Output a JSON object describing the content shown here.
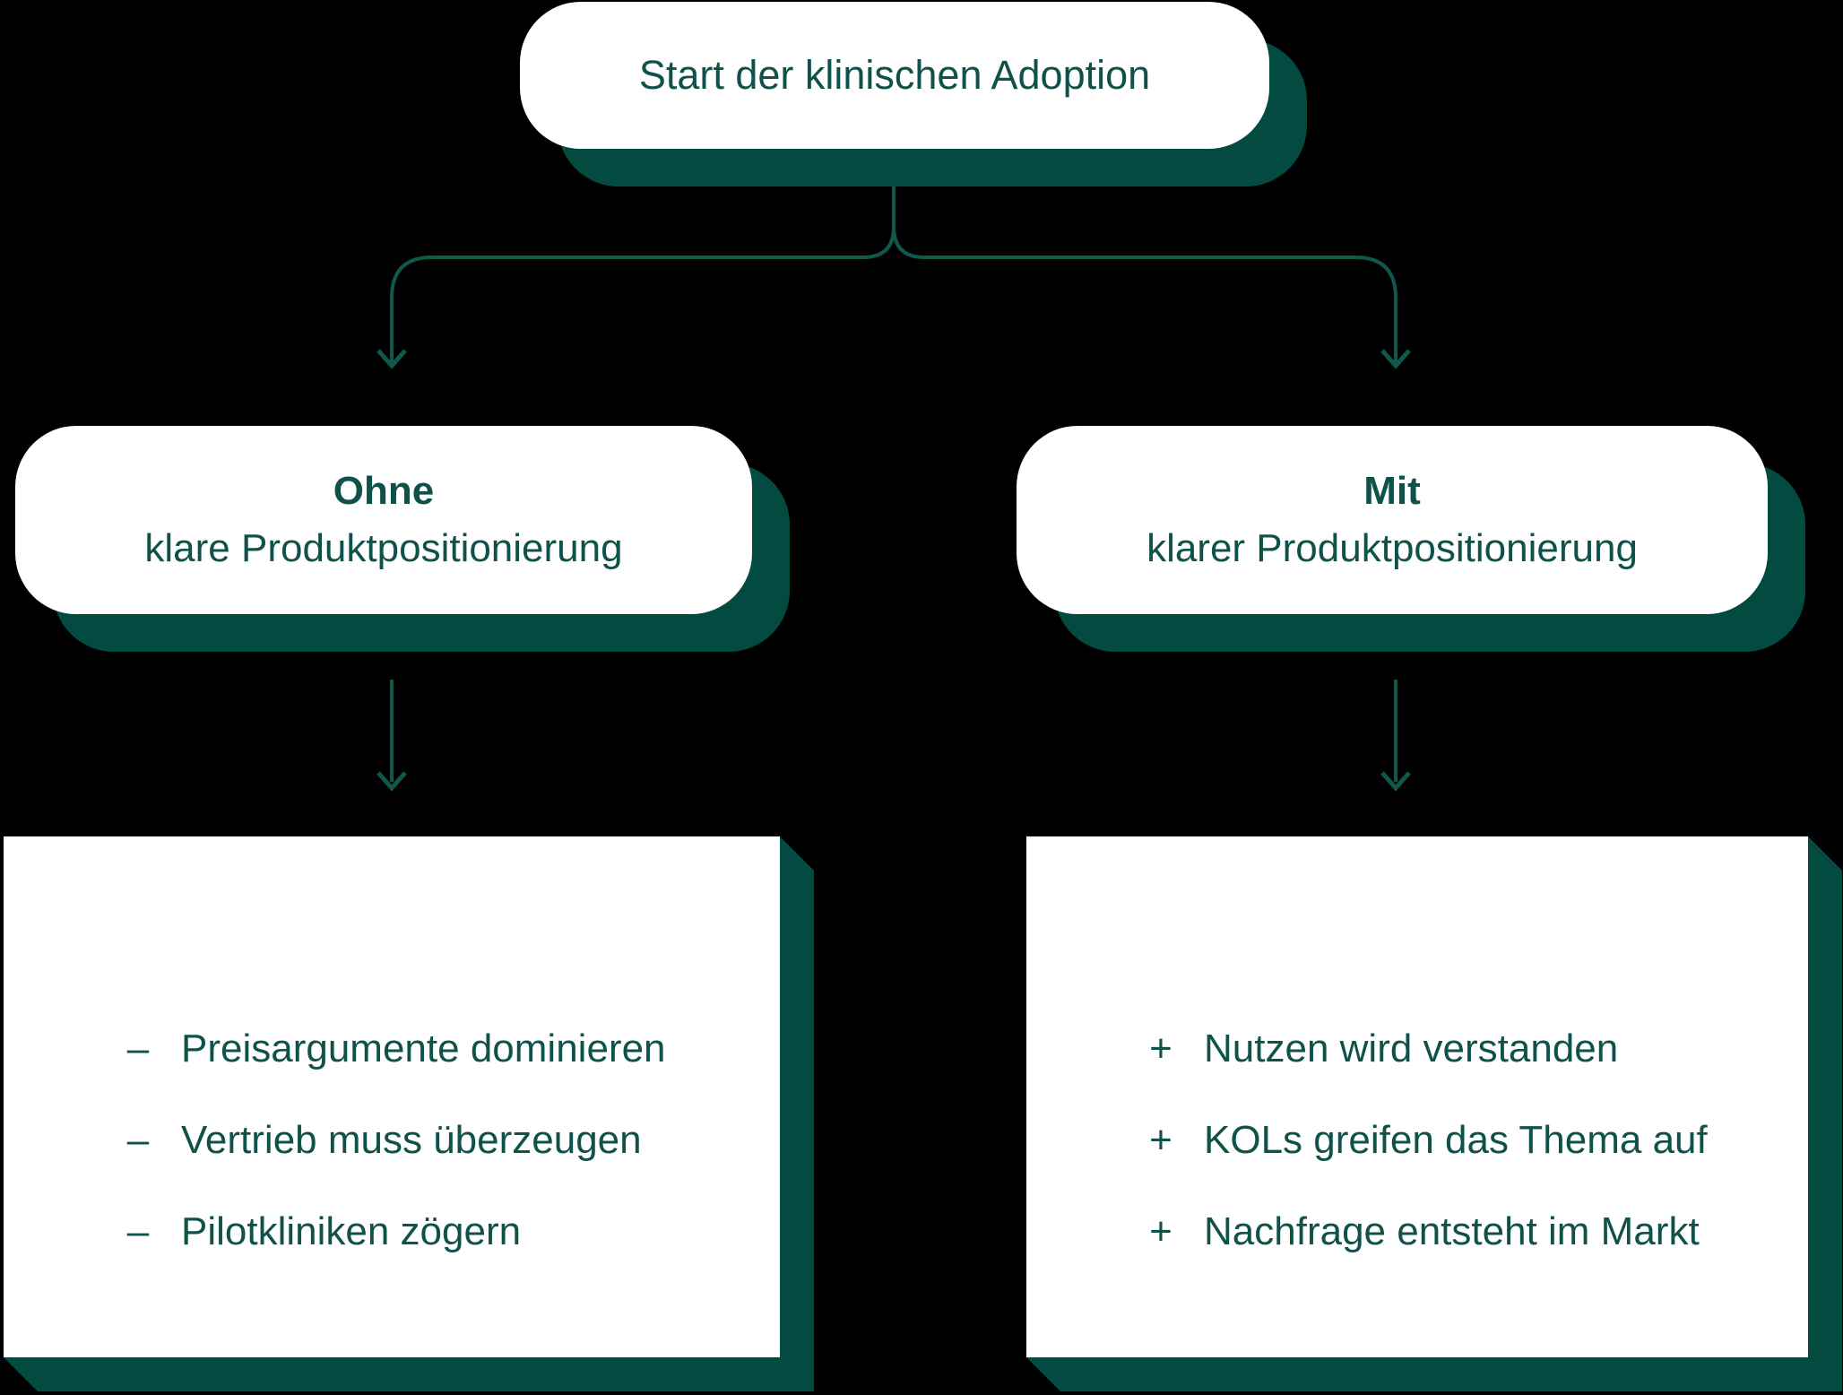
{
  "palette": {
    "background": "#000000",
    "box_fill": "#ffffff",
    "shadow": "#034a40",
    "text": "#0f5249",
    "line": "#10584c"
  },
  "root": {
    "title": "Start der klinischen Adoption"
  },
  "branches": [
    {
      "id": "ohne",
      "emphasis": "Ohne",
      "label": "klare Produktpositionierung",
      "marker": "–",
      "items": [
        "Preisargumente dominieren",
        "Vertrieb muss überzeugen",
        "Pilotkliniken zögern"
      ]
    },
    {
      "id": "mit",
      "emphasis": "Mit",
      "label": "klarer Produktpositionierung",
      "marker": "+",
      "items": [
        "Nutzen wird verstanden",
        "KOLs greifen das Thema auf",
        "Nachfrage entsteht im Markt"
      ]
    }
  ]
}
